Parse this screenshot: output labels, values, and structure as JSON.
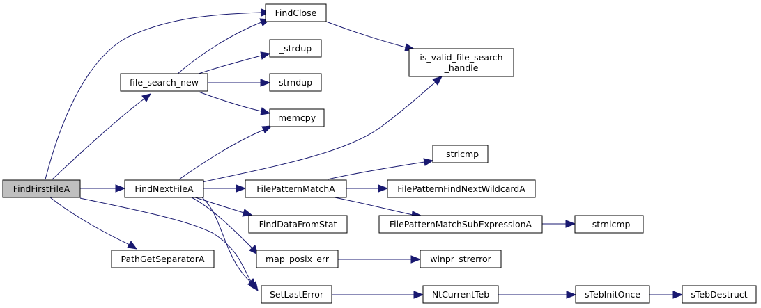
{
  "graph": {
    "nodes": {
      "FindFirstFileA": "FindFirstFileA",
      "FindClose": "FindClose",
      "file_search_new": "file_search_new",
      "strdup": "_strdup",
      "strndup": "strndup",
      "memcpy": "memcpy",
      "is_valid_file_search_handle_1": "is_valid_file_search",
      "is_valid_file_search_handle_2": "_handle",
      "FindNextFileA": "FindNextFileA",
      "stricmp": "_stricmp",
      "FilePatternMatchA": "FilePatternMatchA",
      "FilePatternFindNextWildcardA": "FilePatternFindNextWildcardA",
      "FindDataFromStat": "FindDataFromStat",
      "FilePatternMatchSubExpressionA": "FilePatternMatchSubExpressionA",
      "strnicmp": "_strnicmp",
      "PathGetSeparatorA": "PathGetSeparatorA",
      "map_posix_err": "map_posix_err",
      "winpr_strerror": "winpr_strerror",
      "SetLastError": "SetLastError",
      "NtCurrentTeb": "NtCurrentTeb",
      "sTebInitOnce": "sTebInitOnce",
      "sTebDestruct": "sTebDestruct"
    },
    "edges": [
      [
        "FindFirstFileA",
        "FindClose"
      ],
      [
        "FindFirstFileA",
        "file_search_new"
      ],
      [
        "FindFirstFileA",
        "FindNextFileA"
      ],
      [
        "FindFirstFileA",
        "PathGetSeparatorA"
      ],
      [
        "FindFirstFileA",
        "SetLastError"
      ],
      [
        "file_search_new",
        "FindClose"
      ],
      [
        "file_search_new",
        "_strdup"
      ],
      [
        "file_search_new",
        "strndup"
      ],
      [
        "file_search_new",
        "memcpy"
      ],
      [
        "FindClose",
        "is_valid_file_search_handle"
      ],
      [
        "FindNextFileA",
        "memcpy"
      ],
      [
        "FindNextFileA",
        "is_valid_file_search_handle"
      ],
      [
        "FindNextFileA",
        "FilePatternMatchA"
      ],
      [
        "FindNextFileA",
        "FindDataFromStat"
      ],
      [
        "FindNextFileA",
        "map_posix_err"
      ],
      [
        "FindNextFileA",
        "SetLastError"
      ],
      [
        "FilePatternMatchA",
        "_stricmp"
      ],
      [
        "FilePatternMatchA",
        "FilePatternFindNextWildcardA"
      ],
      [
        "FilePatternMatchA",
        "FilePatternMatchSubExpressionA"
      ],
      [
        "FilePatternMatchSubExpressionA",
        "_strnicmp"
      ],
      [
        "map_posix_err",
        "winpr_strerror"
      ],
      [
        "SetLastError",
        "NtCurrentTeb"
      ],
      [
        "NtCurrentTeb",
        "sTebInitOnce"
      ],
      [
        "sTebInitOnce",
        "sTebDestruct"
      ]
    ]
  }
}
